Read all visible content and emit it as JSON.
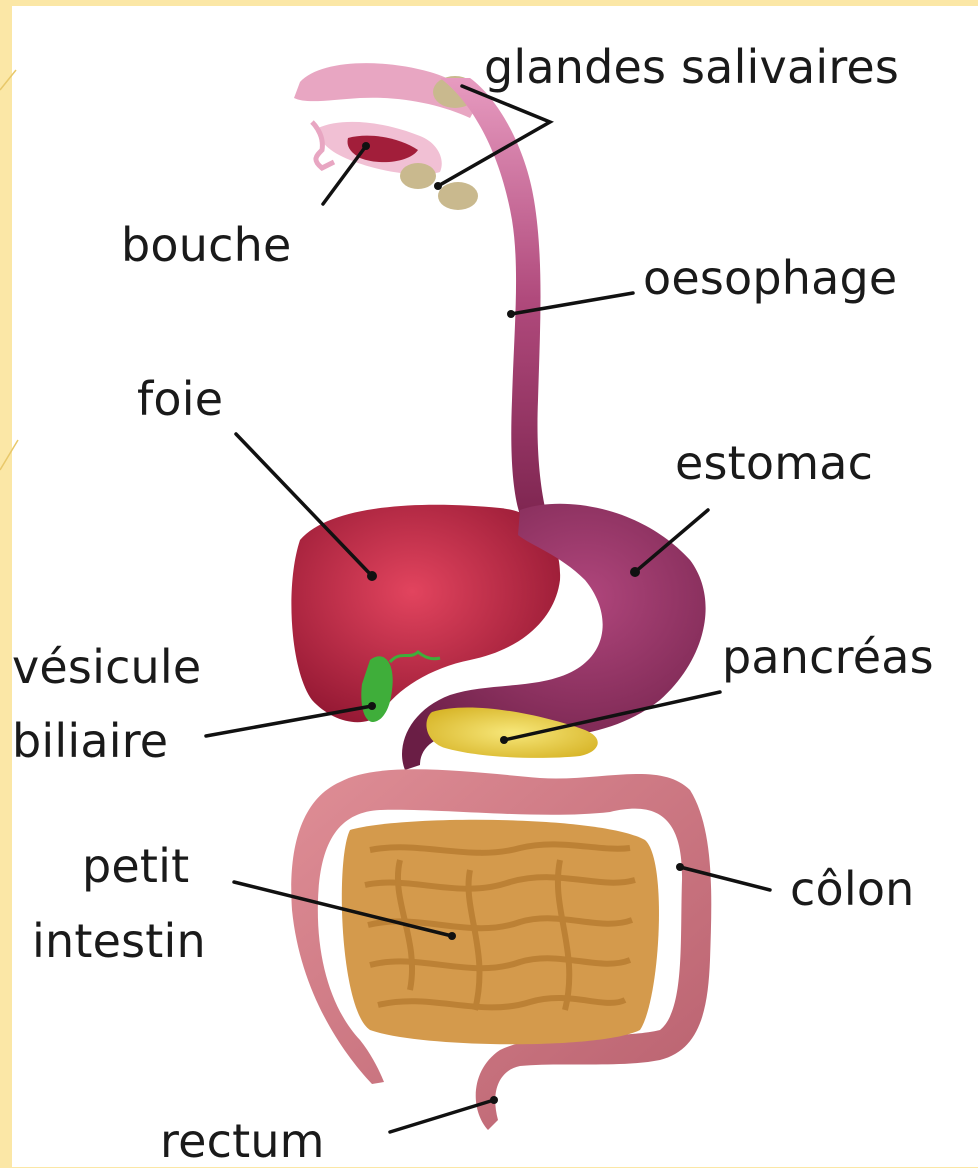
{
  "labels": {
    "glandes_salivaires": "glandes salivaires",
    "bouche": "bouche",
    "oesophage": "oesophage",
    "foie": "foie",
    "estomac": "estomac",
    "vesicule_line1": "vésicule",
    "vesicule_line2": "biliaire",
    "pancreas": "pancréas",
    "petit_intestin_line1": "petit",
    "petit_intestin_line2": "intestin",
    "colon": "côlon",
    "rectum": "rectum"
  },
  "colors": {
    "background_border": "#fbe7a6",
    "panel": "#ffffff",
    "leader_line": "#111111",
    "mouth_pink": "#e8a6c2",
    "tongue": "#a21e3a",
    "salivary_gland": "#c9b98e",
    "esophagus_top": "#d97aa5",
    "esophagus_bottom": "#8a2a55",
    "liver": "#b3203c",
    "stomach": "#8c2a5a",
    "gallbladder": "#3fae3a",
    "pancreas": "#e8cf40",
    "colon": "#cf7c86",
    "small_intestine": "#d49a4c"
  }
}
